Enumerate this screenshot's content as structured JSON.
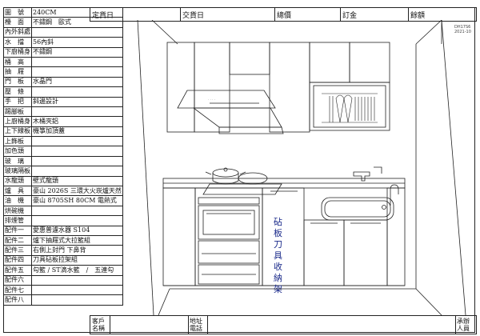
{
  "top_bar": {
    "fields": [
      "定貨日",
      "交貨日",
      "總價",
      "訂金",
      "餘額"
    ]
  },
  "spec_table": [
    {
      "label": "圖　號",
      "value": "240CM"
    },
    {
      "label": "檯　面",
      "value": "不鏽鋼　歐式"
    },
    {
      "label": "內外斜處",
      "value": ""
    },
    {
      "label": "水　擋",
      "value": "56內鈄"
    },
    {
      "label": "下廚桶身",
      "value": "不鏽鋼"
    },
    {
      "label": "桶　高",
      "value": ""
    },
    {
      "label": "抽　屜",
      "value": ""
    },
    {
      "label": "門　板",
      "value": "水晶門"
    },
    {
      "label": "壓　條",
      "value": ""
    },
    {
      "label": "手　把",
      "value": "斜邊設計"
    },
    {
      "label": "踢腳板",
      "value": ""
    },
    {
      "label": "上廚桶身",
      "value": "木桶夾鋁"
    },
    {
      "label": "上下線板",
      "value": "機箏加頂蓋"
    },
    {
      "label": "上飾板",
      "value": ""
    },
    {
      "label": "加色頭",
      "value": ""
    },
    {
      "label": "玻　璃",
      "value": ""
    },
    {
      "label": "玻璃隔板",
      "value": ""
    },
    {
      "label": "水龍頭",
      "value": "壁式龍頭"
    },
    {
      "label": "爐　具",
      "value": "豪山 2026S 三環大火崁爐天然"
    },
    {
      "label": "油　機",
      "value": "豪山 8705SH 80CM 電熱式"
    },
    {
      "label": "烘碗機",
      "value": ""
    },
    {
      "label": "排煙管",
      "value": ""
    },
    {
      "label": "配件一",
      "value": "愛惠普濾水器 S104"
    },
    {
      "label": "配件二",
      "value": "爐下抽屜式大拉籃組"
    },
    {
      "label": "配件三",
      "value": "右側上封門 下鼻背"
    },
    {
      "label": "配件四",
      "value": "刀具砧板拉架組"
    },
    {
      "label": "配件五",
      "value": "勾籃 / ST滴水籃　/　五連勾"
    },
    {
      "label": "配件六",
      "value": ""
    },
    {
      "label": "配件七",
      "value": ""
    },
    {
      "label": "配件八",
      "value": ""
    }
  ],
  "bottom_bar": {
    "customer_label": [
      "客戶",
      "名稱"
    ],
    "address_label": [
      "地址",
      "電話"
    ],
    "handler_label": [
      "承辦",
      "人員"
    ]
  },
  "drawing": {
    "annotation": "砧板刀具收納架",
    "small_code": [
      "DH17S6",
      "2021-10"
    ]
  }
}
